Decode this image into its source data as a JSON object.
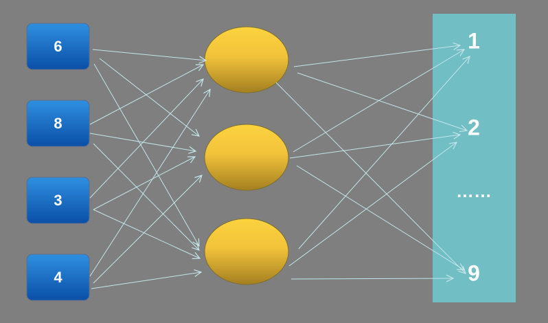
{
  "diagram": {
    "inputs": [
      "6",
      "8",
      "3",
      "4"
    ],
    "outputs": [
      "1",
      "2",
      "……",
      "9"
    ]
  },
  "colors": {
    "background": "#7f7f7f",
    "input_fill_top": "#2f8fe0",
    "input_fill_bottom": "#0a4fa8",
    "hidden_fill_top": "#fcd33f",
    "hidden_fill_bottom": "#a37f20",
    "output_panel": "#71bec4",
    "connector": "#c3e6ea"
  }
}
